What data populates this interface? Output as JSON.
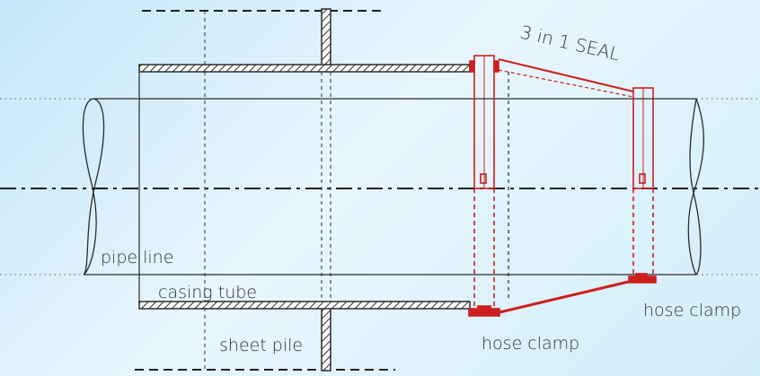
{
  "labels": {
    "seal": "3 in 1 SEAL",
    "pipe_line": "pipe line",
    "casing_tube": "casing tube",
    "sheet_pile": "sheet pile",
    "hose_clamp_left": "hose clamp",
    "hose_clamp_right": "hose clamp"
  },
  "colors": {
    "outline": "#2b2b2b",
    "seal": "#cc1f1f",
    "text": "#333333"
  }
}
